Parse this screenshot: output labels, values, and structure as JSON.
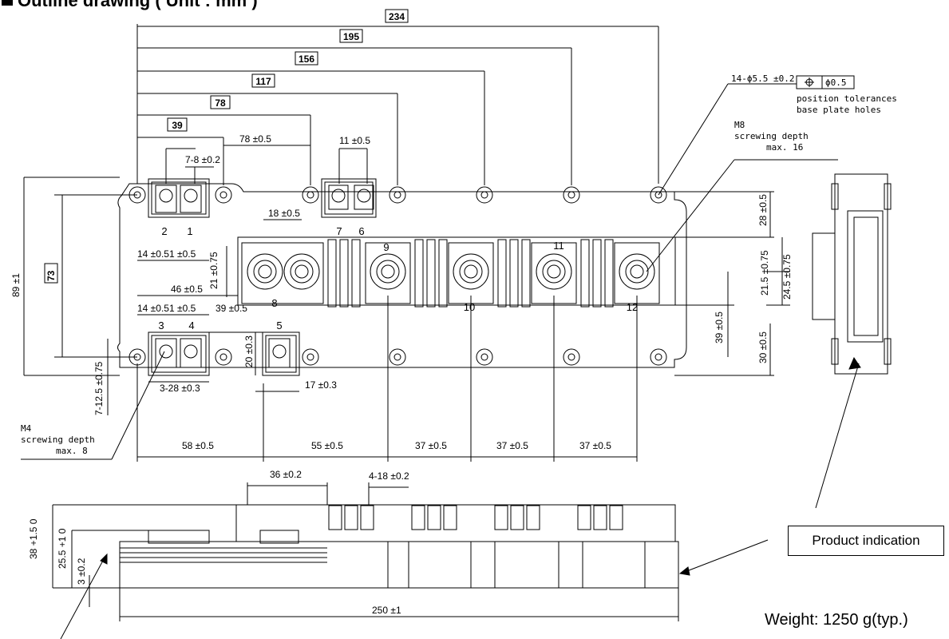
{
  "title": "Outline drawing ( Unit : mm )",
  "basic_dims": [
    "234",
    "195",
    "156",
    "117",
    "78",
    "39",
    "73"
  ],
  "dims": {
    "d78": "78 ±0.5",
    "d11": "11 ±0.5",
    "d7_8": "7-8 ±0.2",
    "d18": "18 ±0.5",
    "d14a": "14 ±0.5",
    "d1a": "1 ±0.5",
    "d21": "21 ±0.75",
    "d46": "46 ±0.5",
    "d14b": "14 ±0.5",
    "d1b": "1 ±0.5",
    "d39": "39 ±0.5",
    "d20": "20 ±0.3",
    "d3_28": "3-28 ±0.3",
    "d17": "17 ±0.3",
    "d7_12": "7-12.5 ±0.75",
    "d89": "89 ±1",
    "d28": "28 ±0.5",
    "d21_5": "21.5 ±0.75",
    "d24_5": "24.5 ±0.75",
    "d39v": "39 ±0.5",
    "d30": "30 ±0.5",
    "d58": "58 ±0.5",
    "d55": "55 ±0.5",
    "d37a": "37 ±0.5",
    "d37b": "37 ±0.5",
    "d37c": "37 ±0.5",
    "d36": "36 ±0.2",
    "d4_18": "4-18 ±0.2",
    "d38": "38 +1.5 0",
    "d25_5": "25.5 +1 0",
    "d3": "3 ±0.2",
    "d250": "250 ±1"
  },
  "notes": {
    "holes": "14-ϕ5.5 ±0.2",
    "tol_value": "ϕ0.5",
    "pos_tol_1": "position tolerances",
    "pos_tol_2": "base plate holes",
    "m8_1": "M8",
    "m8_2": "screwing depth",
    "m8_3": "max. 16",
    "m4_1": "M4",
    "m4_2": "screwing depth",
    "m4_3": "max. 8"
  },
  "pins": [
    "1",
    "2",
    "3",
    "4",
    "5",
    "6",
    "7",
    "8",
    "9",
    "10",
    "11",
    "12"
  ],
  "product_indication": "Product indication",
  "weight": "Weight: 1250 g(typ.)"
}
